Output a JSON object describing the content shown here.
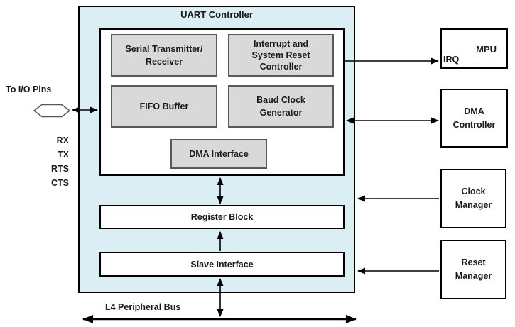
{
  "palette": {
    "uart_fill": "#daeef3",
    "block_fill": "#d9d9d9",
    "block_border": "#595959",
    "box_border": "#000000",
    "text": "#1a1a1a"
  },
  "uart": {
    "title": "UART Controller",
    "core_blocks": [
      {
        "label": "Serial Transmitter/\nReceiver"
      },
      {
        "label": "Interrupt and\nSystem Reset\nController"
      },
      {
        "label": "FIFO Buffer"
      },
      {
        "label": "Baud Clock\nGenerator"
      },
      {
        "label": "DMA Interface"
      }
    ],
    "register_block": "Register Block",
    "slave_interface": "Slave Interface"
  },
  "io": {
    "label": "To I/O Pins",
    "pins": [
      "RX",
      "TX",
      "RTS",
      "CTS"
    ]
  },
  "external_blocks": [
    {
      "label": "MPU",
      "sublabel": "IRQ"
    },
    {
      "label": "DMA\nController"
    },
    {
      "label": "Clock\nManager"
    },
    {
      "label": "Reset\nManager"
    }
  ],
  "bus": {
    "label": "L4 Peripheral Bus"
  }
}
